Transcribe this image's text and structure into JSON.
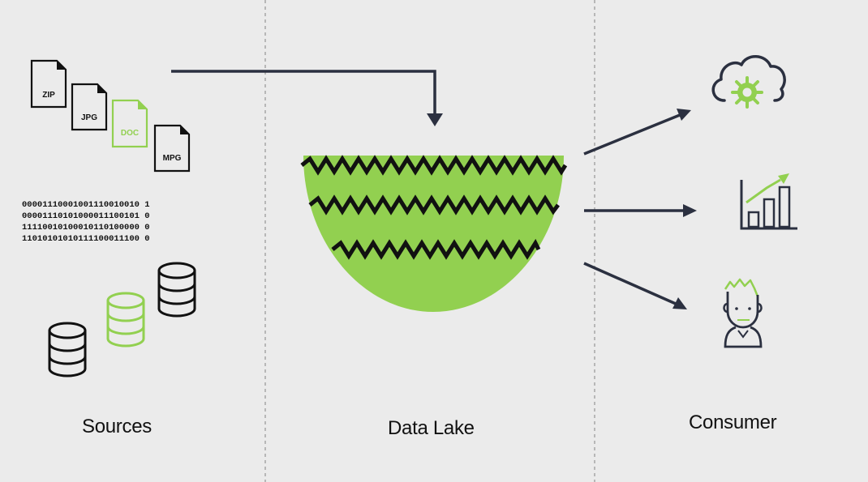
{
  "colors": {
    "accent": "#92d050",
    "dark": "#111111",
    "arrow": "#2b3040",
    "background": "#ebebeb",
    "divider": "#a6a6a6"
  },
  "sources": {
    "label": "Sources",
    "files": [
      {
        "label": "ZIP",
        "highlight": false
      },
      {
        "label": "JPG",
        "highlight": false
      },
      {
        "label": "DOC",
        "highlight": true
      },
      {
        "label": "MPG",
        "highlight": false
      }
    ],
    "binary_lines": [
      "00001110001001110010010 1",
      "00001110101000011100101 0",
      "11110010100010110100000 0",
      "11010101010111100011100 0"
    ],
    "databases": [
      {
        "icon": "database-icon",
        "highlight": false
      },
      {
        "icon": "database-icon",
        "highlight": true
      },
      {
        "icon": "database-icon",
        "highlight": false
      }
    ]
  },
  "lake": {
    "label": "Data Lake"
  },
  "consumer": {
    "label": "Consumer",
    "icons": [
      "cloud-gear-icon",
      "growth-chart-icon",
      "person-icon"
    ]
  }
}
